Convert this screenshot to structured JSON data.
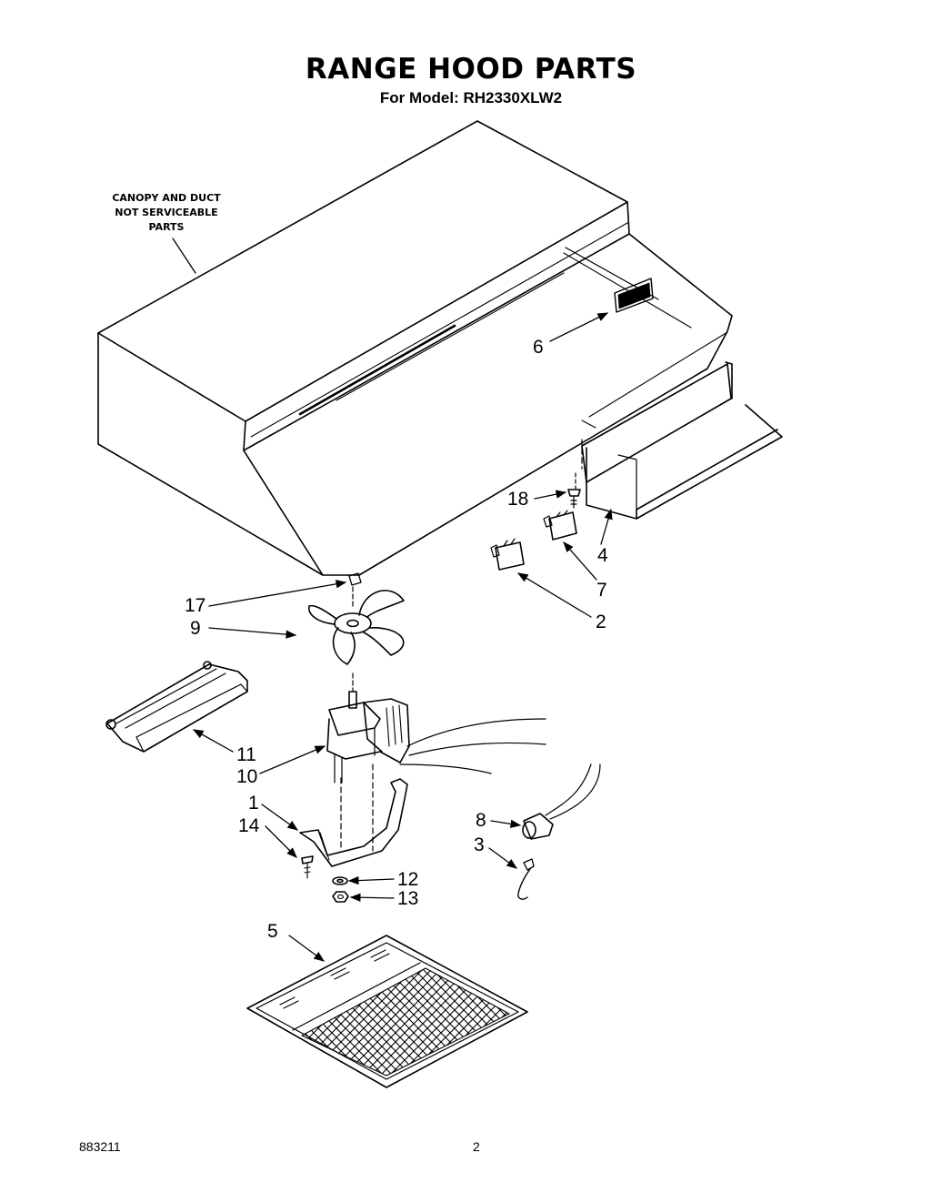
{
  "title": "RANGE HOOD PARTS",
  "model": "For Model: RH2330XLW2",
  "canopy_note": [
    "CANOPY AND DUCT",
    "NOT SERVICEABLE",
    "PARTS"
  ],
  "callouts": {
    "c1": "1",
    "c2": "2",
    "c3": "3",
    "c4": "4",
    "c5": "5",
    "c6": "6",
    "c7": "7",
    "c8": "8",
    "c9": "9",
    "c10": "10",
    "c11": "11",
    "c12": "12",
    "c13": "13",
    "c14": "14",
    "c17": "17",
    "c18": "18"
  },
  "footer": {
    "doc_number": "883211",
    "page_number": "2"
  },
  "colors": {
    "ink": "#000000",
    "paper": "#ffffff"
  }
}
